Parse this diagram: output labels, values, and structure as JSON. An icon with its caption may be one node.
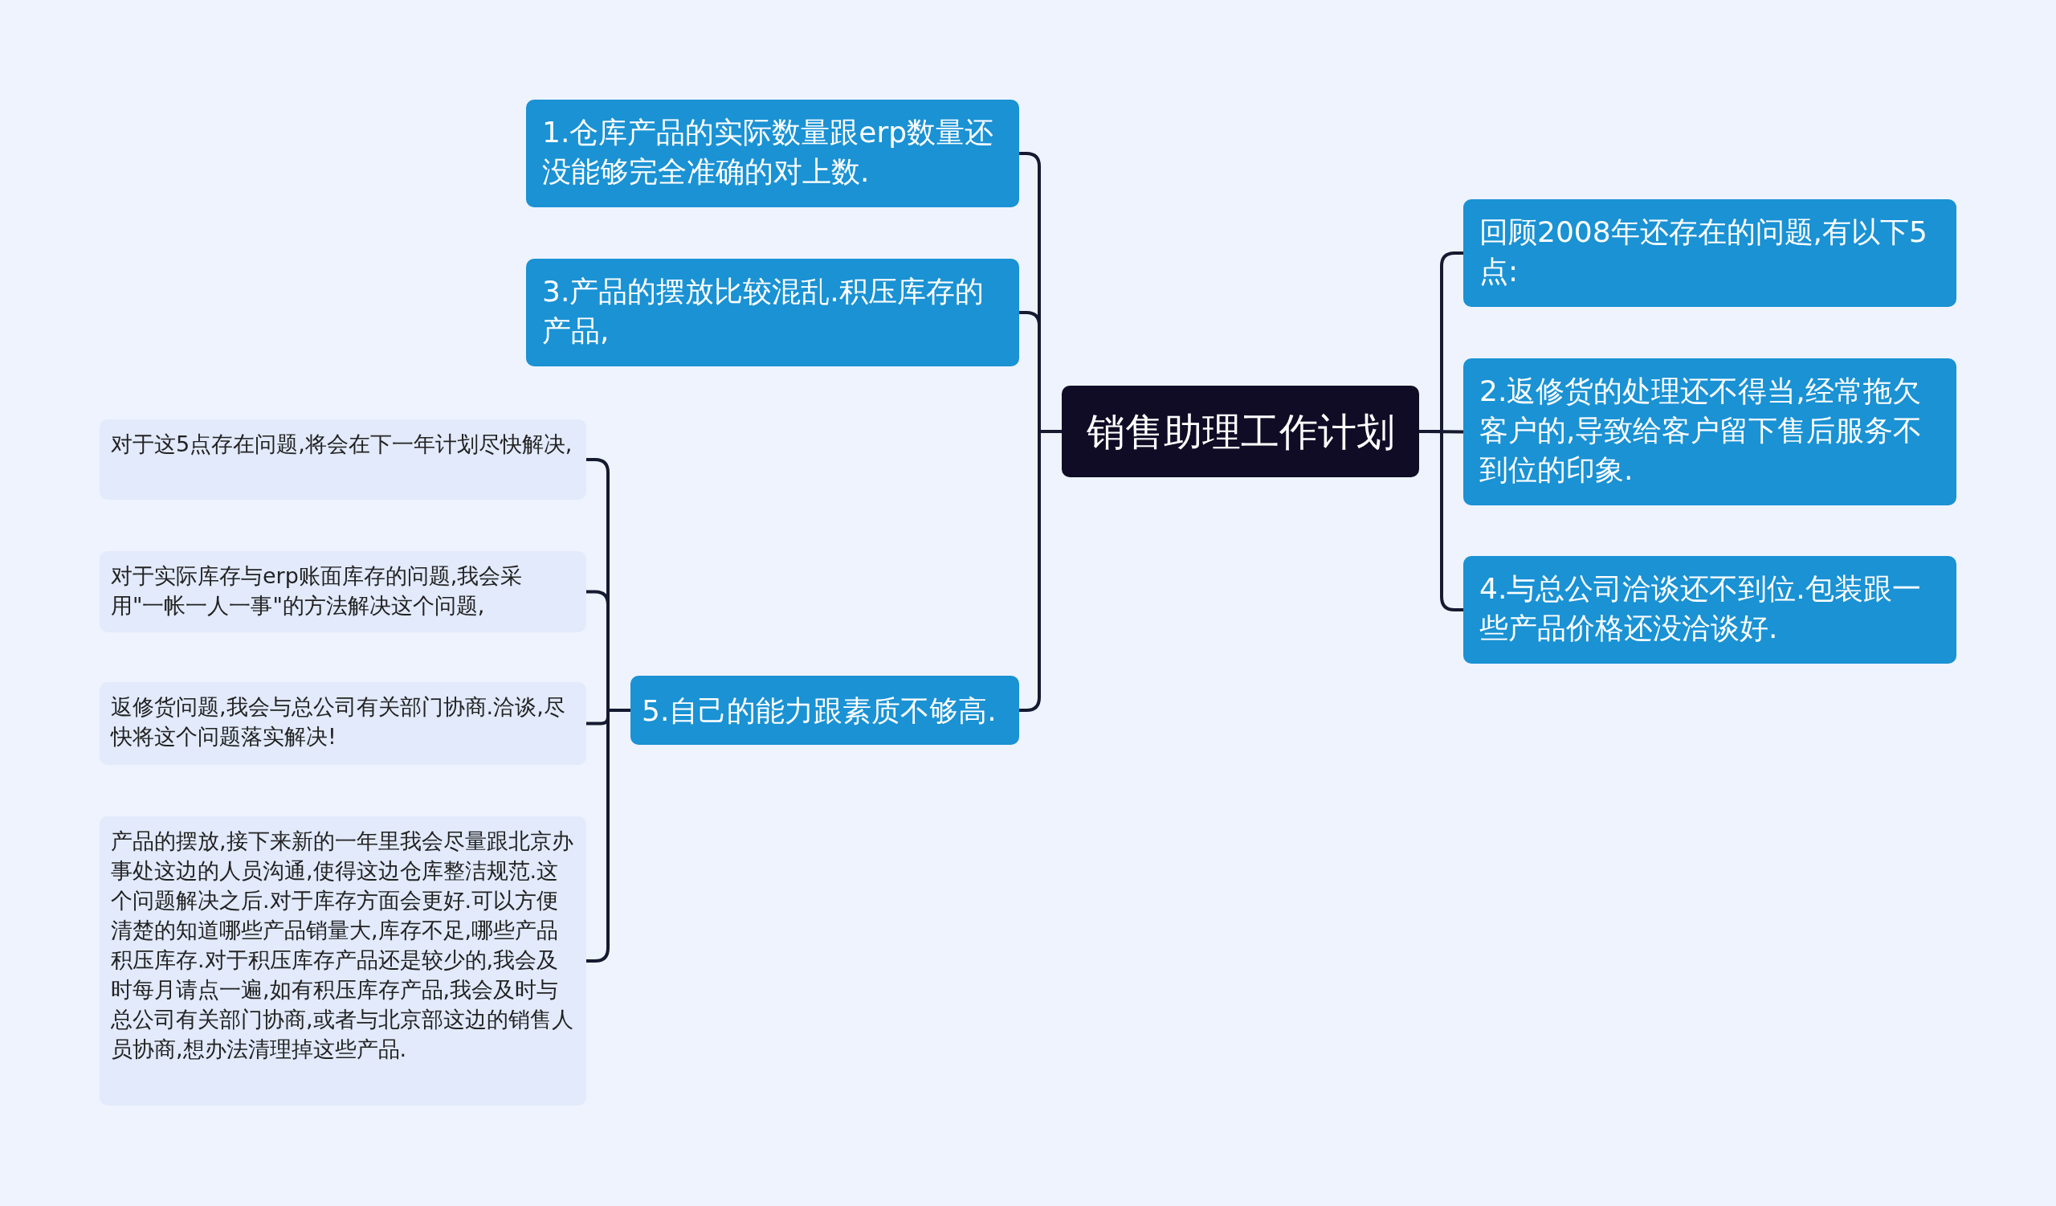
{
  "diagram": {
    "nodes": [
      {
        "text": [
          "销售助理工作计划"
        ]
      },
      {
        "text": [
          "1.仓库产品的实际数量跟erp数量还没能够完全准确的对上数."
        ]
      },
      {
        "text": [
          "3.产品的摆放比较混乱.积压库存的产品,"
        ]
      },
      {
        "text": [
          "5.自己的能力跟素质不够高."
        ]
      },
      {
        "text": [
          "对于这5点存在问题,将会在下一年计划尽快解决,"
        ]
      },
      {
        "text": [
          "对于实际库存与erp账面库存的问题,我会采用\"一帐一人一事\"的方法解决这个问题,"
        ]
      },
      {
        "text": [
          "返修货问题,我会与总公司有关部门协商.洽谈,尽快将这个问题落实解决!"
        ]
      },
      {
        "text": [
          "产品的摆放,接下来新的一年里我会尽量跟北京办事处这边的人员沟通,使得这边仓库整洁规范.这个问题解决之后.对于库存方面会更好.可以方便清楚的知道哪些产品销量大,库存不足,哪些产品积压库存.对于积压库存产品还是较少的,我会及时每月请点一遍,如有积压库存产品,我会及时与总公司有关部门协商,或者与北京部这边的销售人员协商,想办法清理掉这些产品."
        ]
      },
      {
        "text": [
          "回顾2008年还存在的问题,有以下5点:"
        ]
      },
      {
        "text": [
          "2.返修货的处理还不得当,经常拖欠客户的,导致给客户留下售后服务不到位的印象."
        ]
      },
      {
        "text": [
          "4.与总公司洽谈还不到位.包装跟一些产品价格还没洽谈好."
        ]
      }
    ],
    "edges": [
      {
        "from": 0,
        "to": 1,
        "arrow": "none"
      },
      {
        "from": 0,
        "to": 2,
        "arrow": "none"
      },
      {
        "from": 0,
        "to": 3,
        "arrow": "none"
      },
      {
        "from": 3,
        "to": 4,
        "arrow": "none"
      },
      {
        "from": 3,
        "to": 5,
        "arrow": "none"
      },
      {
        "from": 3,
        "to": 6,
        "arrow": "none"
      },
      {
        "from": 3,
        "to": 7,
        "arrow": "none"
      },
      {
        "from": 0,
        "to": 8,
        "arrow": "none"
      },
      {
        "from": 0,
        "to": 9,
        "arrow": "none"
      },
      {
        "from": 0,
        "to": 10,
        "arrow": "none"
      }
    ]
  }
}
